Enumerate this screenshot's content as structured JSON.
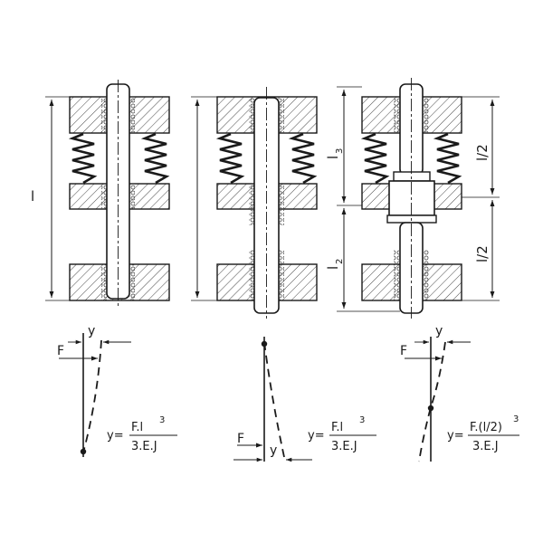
{
  "figure": {
    "panel_a": {
      "length_label": "l",
      "force_label": "F",
      "deflection_label": "y",
      "formula_lhs": "y=",
      "formula_num": "F.l",
      "formula_exp": "3",
      "formula_den": "3.E.J"
    },
    "panel_b": {
      "force_label": "F",
      "deflection_label": "y",
      "formula_lhs": "y=",
      "formula_num": "F.l",
      "formula_exp": "3",
      "formula_den": "3.E.J"
    },
    "panel_c": {
      "l3_label": "l",
      "l3_sub": "3",
      "l2_label": "l",
      "l2_sub": "2",
      "half_top_label": "l/2",
      "half_bottom_label": "l/2",
      "force_label": "F",
      "deflection_label": "y",
      "formula_lhs": "y=",
      "formula_num": "F.(l/2)",
      "formula_exp": "3",
      "formula_den": "3.E.J"
    }
  }
}
